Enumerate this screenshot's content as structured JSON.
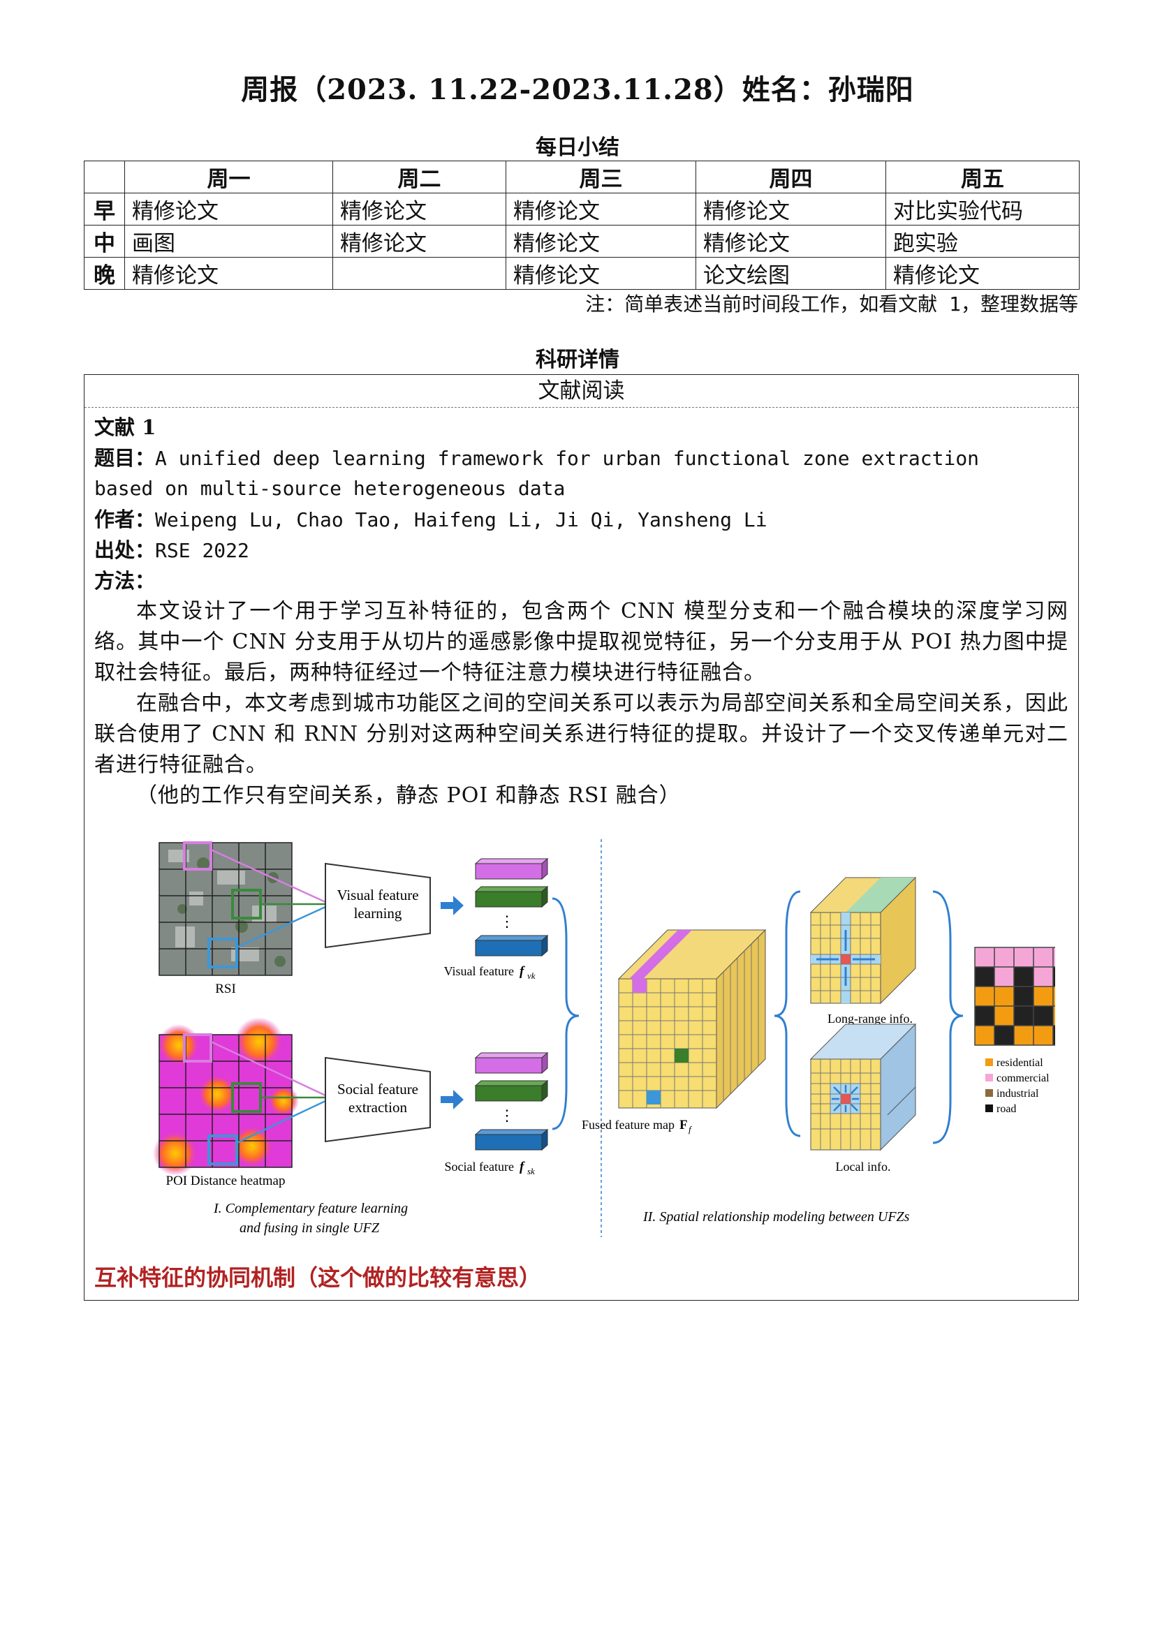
{
  "title": "周报（2023. 11.22-2023.11.28）姓名：孙瑞阳",
  "daily_summary": {
    "heading": "每日小结",
    "days": [
      "周一",
      "周二",
      "周三",
      "周四",
      "周五"
    ],
    "rows": [
      {
        "period": "早",
        "cells": [
          "精修论文",
          "精修论文",
          "精修论文",
          "精修论文",
          "对比实验代码"
        ]
      },
      {
        "period": "中",
        "cells": [
          "画图",
          "精修论文",
          "精修论文",
          "精修论文",
          "跑实验"
        ]
      },
      {
        "period": "晚",
        "cells": [
          "精修论文",
          "",
          "精修论文",
          "论文绘图",
          "精修论文"
        ]
      }
    ],
    "note": "注：简单表述当前时间段工作，如看文献 1，整理数据等"
  },
  "research": {
    "heading": "科研详情",
    "box_title": "文献阅读",
    "paper_label": "文献 1",
    "title_label": "题目：",
    "title_line1": "A unified deep learning framework for urban functional zone extraction",
    "title_line2": "based on multi-source heterogeneous data",
    "author_label": "作者：",
    "authors": "Weipeng Lu, Chao Tao, Haifeng Li, Ji Qi, Yansheng Li",
    "source_label": "出处：",
    "source": "RSE 2022",
    "method_label": "方法：",
    "paragraph1": "本文设计了一个用于学习互补特征的，包含两个 CNN 模型分支和一个融合模块的深度学习网络。其中一个 CNN 分支用于从切片的遥感影像中提取视觉特征，另一个分支用于从 POI 热力图中提取社会特征。最后，两种特征经过一个特征注意力模块进行特征融合。",
    "paragraph2": "在融合中，本文考虑到城市功能区之间的空间关系可以表示为局部空间关系和全局空间关系，因此联合使用了 CNN 和 RNN 分别对这两种空间关系进行特征的提取。并设计了一个交叉传递单元对二者进行特征融合。",
    "aside": "（他的工作只有空间关系，静态 POI 和静态 RSI 融合）",
    "conclusion": "互补特征的协同机制（这个做的比较有意思）"
  },
  "figure": {
    "rsi_label": "RSI",
    "poi_label": "POI Distance heatmap",
    "visual_box": [
      "Visual feature",
      "learning"
    ],
    "social_box": [
      "Social feature",
      "extraction"
    ],
    "visual_feature": "Visual feature",
    "visual_sub": "vk",
    "social_feature": "Social feature",
    "social_sub": "sk",
    "symbol_f": "f",
    "fused_label": "Fused feature map",
    "fused_symbol": "F",
    "fused_sub": "f",
    "long_range": "Long-range info.",
    "local": "Local info.",
    "legend": [
      {
        "label": "residential",
        "color": "#f39c12"
      },
      {
        "label": "commercial",
        "color": "#f4a6d7"
      },
      {
        "label": "industrial",
        "color": "#8b6b3e"
      },
      {
        "label": "road",
        "color": "#111111"
      }
    ],
    "caption1_line1": "I.    Complementary feature learning",
    "caption1_line2": "and fusing in single UFZ",
    "caption2": "II. Spatial relationship modeling between UFZs",
    "dots": "⋮"
  }
}
